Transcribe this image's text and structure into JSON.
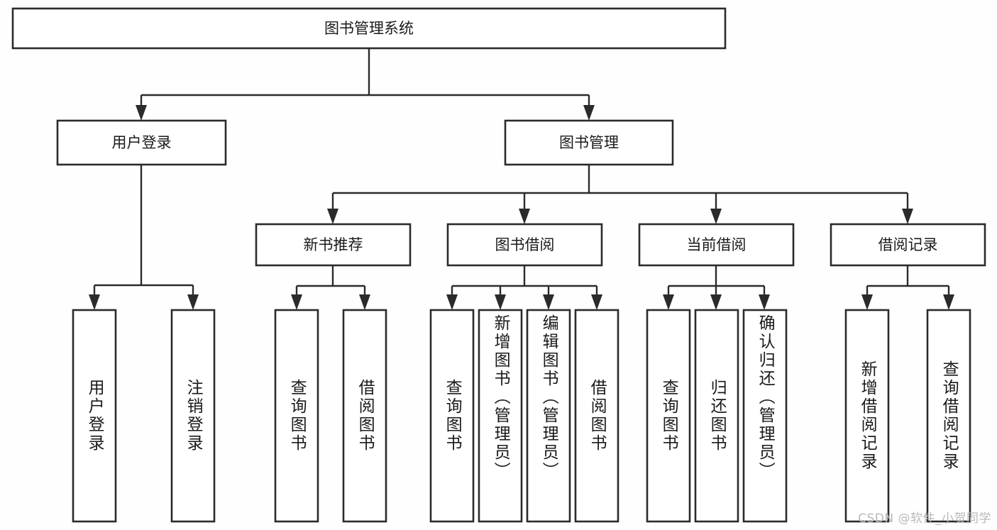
{
  "diagram": {
    "title": "图书管理系统",
    "type": "hierarchy-tree",
    "root": {
      "id": "root",
      "label": "图书管理系统",
      "level": 1
    },
    "level2": [
      {
        "id": "user-login",
        "label": "用户登录"
      },
      {
        "id": "book-manage",
        "label": "图书管理"
      }
    ],
    "level3": [
      {
        "id": "new-book-recommend",
        "label": "新书推荐",
        "parent": "book-manage"
      },
      {
        "id": "book-borrow",
        "label": "图书借阅",
        "parent": "book-manage"
      },
      {
        "id": "current-borrow",
        "label": "当前借阅",
        "parent": "book-manage"
      },
      {
        "id": "borrow-record",
        "label": "借阅记录",
        "parent": "book-manage"
      }
    ],
    "leaves": [
      {
        "id": "leaf-user-login",
        "label": "用户登录",
        "parent": "user-login"
      },
      {
        "id": "leaf-logout",
        "label": "注销登录",
        "parent": "user-login"
      },
      {
        "id": "leaf-query-book-1",
        "label": "查询图书",
        "parent": "new-book-recommend"
      },
      {
        "id": "leaf-borrow-book-1",
        "label": "借阅图书",
        "parent": "new-book-recommend"
      },
      {
        "id": "leaf-query-book-2",
        "label": "查询图书",
        "parent": "book-borrow"
      },
      {
        "id": "leaf-add-book",
        "label": "新增图书（管理员）",
        "parent": "book-borrow"
      },
      {
        "id": "leaf-edit-book",
        "label": "编辑图书（管理员）",
        "parent": "book-borrow"
      },
      {
        "id": "leaf-borrow-book-2",
        "label": "借阅图书",
        "parent": "book-borrow"
      },
      {
        "id": "leaf-query-book-3",
        "label": "查询图书",
        "parent": "current-borrow"
      },
      {
        "id": "leaf-return-book",
        "label": "归还图书",
        "parent": "current-borrow"
      },
      {
        "id": "leaf-confirm-return",
        "label": "确认归还（管理员）",
        "parent": "current-borrow"
      },
      {
        "id": "leaf-add-record",
        "label": "新增借阅记录",
        "parent": "borrow-record"
      },
      {
        "id": "leaf-query-record",
        "label": "查询借阅记录",
        "parent": "borrow-record"
      }
    ],
    "colors": {
      "box_stroke": "#2b2b2b",
      "box_fill": "#ffffff",
      "text": "#1a1a1a",
      "background": "#ffffff",
      "watermark": "#b9b9b9"
    }
  },
  "watermark": {
    "text": "CSDN @软件_小贺同学"
  }
}
